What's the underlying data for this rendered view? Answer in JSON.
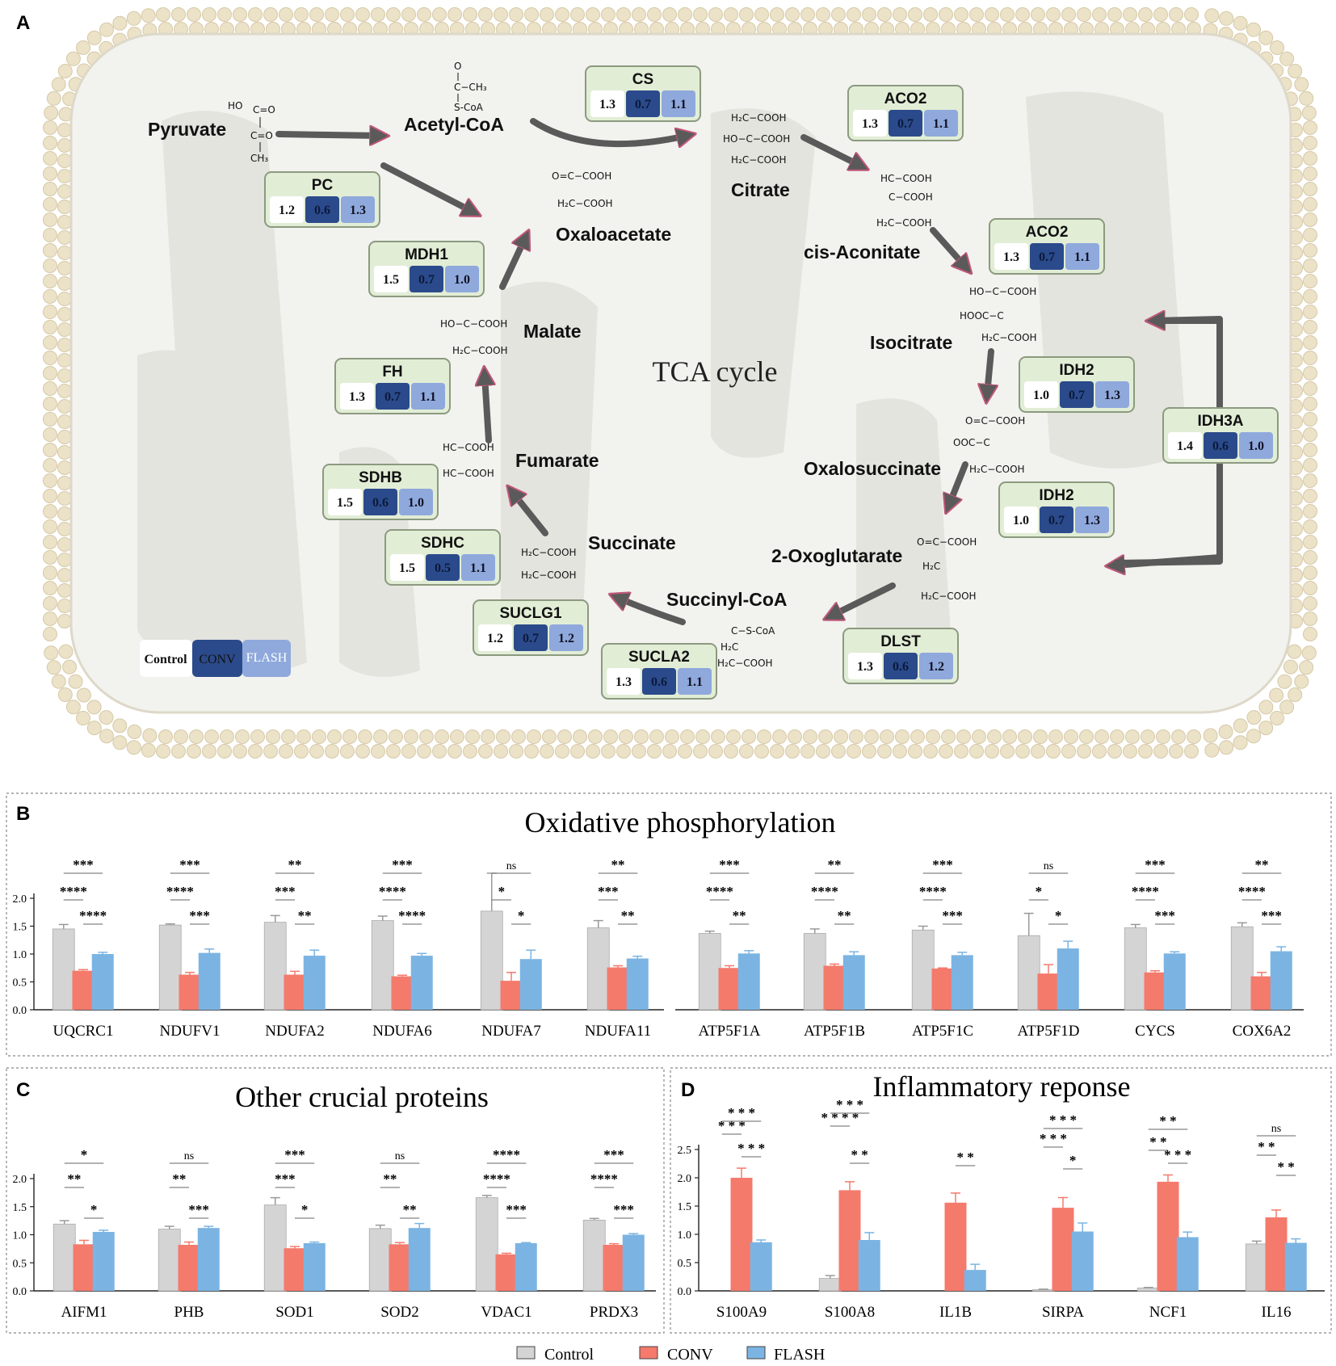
{
  "panelA": {
    "label": "A",
    "center_title": "TCA cycle",
    "metabolites": [
      "Pyruvate",
      "Acetyl-CoA",
      "Citrate",
      "cis-Aconitate",
      "Isocitrate",
      "Oxalosuccinate",
      "2-Oxoglutarate",
      "Succinyl-CoA",
      "Succinate",
      "Fumarate",
      "Malate",
      "Oxaloacetate"
    ],
    "enzymes": [
      {
        "name": "CS",
        "values": [
          "1.3",
          "0.7",
          "1.1"
        ]
      },
      {
        "name": "ACO2",
        "values": [
          "1.3",
          "0.7",
          "1.1"
        ]
      },
      {
        "name": "PC",
        "values": [
          "1.2",
          "0.6",
          "1.3"
        ]
      },
      {
        "name": "MDH1",
        "values": [
          "1.5",
          "0.7",
          "1.0"
        ]
      },
      {
        "name": "ACO2",
        "values": [
          "1.3",
          "0.7",
          "1.1"
        ]
      },
      {
        "name": "FH",
        "values": [
          "1.3",
          "0.7",
          "1.1"
        ]
      },
      {
        "name": "IDH2",
        "values": [
          "1.0",
          "0.7",
          "1.3"
        ]
      },
      {
        "name": "IDH3A",
        "values": [
          "1.4",
          "0.6",
          "1.0"
        ]
      },
      {
        "name": "SDHB",
        "values": [
          "1.5",
          "0.6",
          "1.0"
        ]
      },
      {
        "name": "IDH2",
        "values": [
          "1.0",
          "0.7",
          "1.3"
        ]
      },
      {
        "name": "SDHC",
        "values": [
          "1.5",
          "0.5",
          "1.1"
        ]
      },
      {
        "name": "SUCLG1",
        "values": [
          "1.2",
          "0.7",
          "1.2"
        ]
      },
      {
        "name": "DLST",
        "values": [
          "1.3",
          "0.6",
          "1.2"
        ]
      },
      {
        "name": "SUCLA2",
        "values": [
          "1.3",
          "0.6",
          "1.1"
        ]
      }
    ],
    "legend": [
      "Control",
      "CONV",
      "FLASH"
    ],
    "colors": {
      "control_cell": "#ffffff",
      "conv_cell": "#2b4a8b",
      "flash_cell": "#8fa9dc",
      "box_bg": "#e2edd6",
      "box_border": "#8c9a80",
      "arrow": "#5a5a5a",
      "arrow_edge": "#c0567a",
      "membrane": "#ece2c8"
    }
  },
  "chart_data": [
    {
      "panel": "B",
      "type": "bar",
      "title": "Oxidative phosphorylation",
      "categories": [
        "UQCRC1",
        "NDUFV1",
        "NDUFA2",
        "NDUFA6",
        "NDUFA7",
        "NDUFA11",
        "ATP5F1A",
        "ATP5F1B",
        "ATP5F1C",
        "ATP5F1D",
        "CYCS",
        "COX6A2"
      ],
      "series": [
        {
          "name": "Control",
          "values": [
            1.45,
            1.52,
            1.57,
            1.6,
            1.77,
            1.47,
            1.37,
            1.37,
            1.43,
            1.33,
            1.47,
            1.49
          ]
        },
        {
          "name": "CONV",
          "values": [
            0.7,
            0.63,
            0.63,
            0.6,
            0.52,
            0.76,
            0.75,
            0.79,
            0.74,
            0.65,
            0.67,
            0.6
          ]
        },
        {
          "name": "FLASH",
          "values": [
            1.0,
            1.02,
            0.97,
            0.97,
            0.91,
            0.92,
            1.01,
            0.98,
            0.98,
            1.1,
            1.01,
            1.05
          ]
        }
      ],
      "errors": [
        [
          0.08,
          0.02,
          0.12,
          0.08,
          0.68,
          0.13,
          0.04,
          0.08,
          0.07,
          0.4,
          0.06,
          0.07
        ],
        [
          0.02,
          0.04,
          0.06,
          0.02,
          0.15,
          0.03,
          0.04,
          0.03,
          0.01,
          0.16,
          0.03,
          0.07
        ],
        [
          0.03,
          0.07,
          0.1,
          0.04,
          0.16,
          0.04,
          0.05,
          0.06,
          0.05,
          0.13,
          0.03,
          0.08
        ]
      ],
      "sig_control_flash": [
        "***",
        "***",
        "**",
        "***",
        "ns",
        "**",
        "***",
        "**",
        "***",
        "ns",
        "***",
        "**"
      ],
      "sig_control_conv": [
        "****",
        "****",
        "***",
        "****",
        "*",
        "***",
        "****",
        "****",
        "****",
        "*",
        "****",
        "****"
      ],
      "sig_conv_flash": [
        "****",
        "***",
        "**",
        "****",
        "*",
        "**",
        "**",
        "**",
        "***",
        "*",
        "***",
        "***"
      ],
      "ylim": [
        0,
        2.0
      ],
      "yticks": [
        "0.0",
        "0.5",
        "1.0",
        "1.5",
        "2.0"
      ]
    },
    {
      "panel": "C",
      "type": "bar",
      "title": "Other crucial proteins",
      "categories": [
        "AIFM1",
        "PHB",
        "SOD1",
        "SOD2",
        "VDAC1",
        "PRDX3"
      ],
      "series": [
        {
          "name": "Control",
          "values": [
            1.19,
            1.1,
            1.53,
            1.11,
            1.66,
            1.26
          ]
        },
        {
          "name": "CONV",
          "values": [
            0.83,
            0.82,
            0.76,
            0.83,
            0.65,
            0.82
          ]
        },
        {
          "name": "FLASH",
          "values": [
            1.05,
            1.12,
            0.85,
            1.12,
            0.85,
            1.0
          ]
        }
      ],
      "errors": [
        [
          0.06,
          0.05,
          0.13,
          0.06,
          0.04,
          0.03
        ],
        [
          0.07,
          0.05,
          0.03,
          0.03,
          0.02,
          0.02
        ],
        [
          0.03,
          0.03,
          0.02,
          0.08,
          0.01,
          0.02
        ]
      ],
      "sig_control_flash": [
        "*",
        "ns",
        "***",
        "ns",
        "****",
        "***"
      ],
      "sig_control_conv": [
        "**",
        "**",
        "***",
        "**",
        "****",
        "****"
      ],
      "sig_conv_flash": [
        "*",
        "***",
        "*",
        "**",
        "***",
        "***"
      ],
      "ylim": [
        0,
        2.0
      ],
      "yticks": [
        "0.0",
        "0.5",
        "1.0",
        "1.5",
        "2.0"
      ]
    },
    {
      "panel": "D",
      "type": "bar",
      "title": "Inflammatory reponse",
      "categories": [
        "S100A9",
        "S100A8",
        "IL1B",
        "SIRPA",
        "NCF1",
        "IL16"
      ],
      "series": [
        {
          "name": "Control",
          "values": [
            0,
            0.22,
            0,
            0.02,
            0.05,
            0.83
          ]
        },
        {
          "name": "CONV",
          "values": [
            2.0,
            1.78,
            1.56,
            1.47,
            1.93,
            1.3
          ]
        },
        {
          "name": "FLASH",
          "values": [
            0.86,
            0.9,
            0.37,
            1.05,
            0.95,
            0.85
          ]
        }
      ],
      "errors": [
        [
          0,
          0.05,
          0,
          0.01,
          0.01,
          0.05
        ],
        [
          0.17,
          0.15,
          0.17,
          0.18,
          0.12,
          0.13
        ],
        [
          0.04,
          0.13,
          0.1,
          0.15,
          0.09,
          0.07
        ]
      ],
      "sig_control_conv": [
        "* * *",
        "* * * *",
        "",
        "* * *",
        "* *",
        "* *"
      ],
      "sig_conv_flash": [
        "* * *",
        "* *",
        "* *",
        "*",
        "* * *",
        "* *"
      ],
      "sig_control_flash": [
        "* * *",
        "* * *",
        "",
        "* * *",
        "* *",
        "ns"
      ],
      "ylim": [
        0,
        2.5
      ],
      "yticks": [
        "0.0",
        "0.5",
        "1.0",
        "1.5",
        "2.0",
        "2.5"
      ]
    }
  ],
  "panel_labels": {
    "B": "B",
    "C": "C",
    "D": "D"
  },
  "legend": {
    "items": [
      {
        "label": "Control",
        "color": "#d4d4d4"
      },
      {
        "label": "CONV",
        "color": "#f47a6c"
      },
      {
        "label": "FLASH",
        "color": "#7bb4e2"
      }
    ]
  }
}
